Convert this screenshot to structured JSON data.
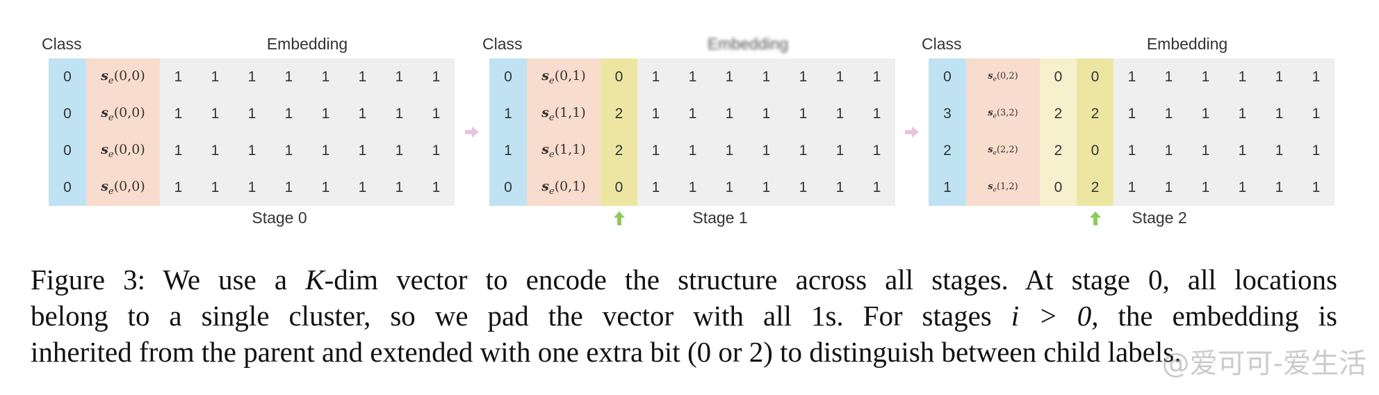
{
  "figure": {
    "panels": [
      {
        "class_header": "Class",
        "embedding_header": "Embedding",
        "header_blurred": false,
        "stage_label": "Stage 0",
        "show_arrow": false,
        "arrow_col": null,
        "col_colors": [
          "blue",
          "pink",
          "emb",
          "emb",
          "emb",
          "emb",
          "emb",
          "emb",
          "emb",
          "emb"
        ],
        "small_se": false,
        "rows": [
          {
            "class": "0",
            "se": "0,0",
            "bits": [
              "1",
              "1",
              "1",
              "1",
              "1",
              "1",
              "1",
              "1"
            ]
          },
          {
            "class": "0",
            "se": "0,0",
            "bits": [
              "1",
              "1",
              "1",
              "1",
              "1",
              "1",
              "1",
              "1"
            ]
          },
          {
            "class": "0",
            "se": "0,0",
            "bits": [
              "1",
              "1",
              "1",
              "1",
              "1",
              "1",
              "1",
              "1"
            ]
          },
          {
            "class": "0",
            "se": "0,0",
            "bits": [
              "1",
              "1",
              "1",
              "1",
              "1",
              "1",
              "1",
              "1"
            ]
          }
        ]
      },
      {
        "class_header": "Class",
        "embedding_header": "Embedding",
        "header_blurred": true,
        "stage_label": "Stage 1",
        "show_arrow": true,
        "arrow_col": 2,
        "col_colors": [
          "blue",
          "pink",
          "yellow",
          "emb",
          "emb",
          "emb",
          "emb",
          "emb",
          "emb",
          "emb"
        ],
        "small_se": false,
        "rows": [
          {
            "class": "0",
            "se": "0,1",
            "bits": [
              "0",
              "1",
              "1",
              "1",
              "1",
              "1",
              "1",
              "1"
            ]
          },
          {
            "class": "1",
            "se": "1,1",
            "bits": [
              "2",
              "1",
              "1",
              "1",
              "1",
              "1",
              "1",
              "1"
            ]
          },
          {
            "class": "1",
            "se": "1,1",
            "bits": [
              "2",
              "1",
              "1",
              "1",
              "1",
              "1",
              "1",
              "1"
            ]
          },
          {
            "class": "0",
            "se": "0,1",
            "bits": [
              "0",
              "1",
              "1",
              "1",
              "1",
              "1",
              "1",
              "1"
            ]
          }
        ]
      },
      {
        "class_header": "Class",
        "embedding_header": "Embedding",
        "header_blurred": false,
        "stage_label": "Stage 2",
        "show_arrow": true,
        "arrow_col": 3,
        "col_colors": [
          "blue",
          "pink",
          "lyellow",
          "yellow",
          "emb",
          "emb",
          "emb",
          "emb",
          "emb",
          "emb"
        ],
        "small_se": true,
        "rows": [
          {
            "class": "0",
            "se": "0,2",
            "bits": [
              "0",
              "0",
              "1",
              "1",
              "1",
              "1",
              "1",
              "1"
            ]
          },
          {
            "class": "3",
            "se": "3,2",
            "bits": [
              "2",
              "2",
              "1",
              "1",
              "1",
              "1",
              "1",
              "1"
            ]
          },
          {
            "class": "2",
            "se": "2,2",
            "bits": [
              "2",
              "0",
              "1",
              "1",
              "1",
              "1",
              "1",
              "1"
            ]
          },
          {
            "class": "1",
            "se": "1,2",
            "bits": [
              "0",
              "2",
              "1",
              "1",
              "1",
              "1",
              "1",
              "1"
            ]
          }
        ]
      }
    ],
    "colors": {
      "blue": "#bfe3f3",
      "pink": "#f8dccd",
      "yellow": "#ede6a3",
      "lyellow": "#f6f0cc",
      "emb": "#efefef",
      "stage_arrow": "#e8c4de",
      "up_arrow": "#8fc95a"
    }
  },
  "caption": {
    "label": "Figure 3:",
    "lines": [
      [
        "We use a ",
        {
          "math": "K"
        },
        "-dim vector to encode the structure across all stages. At stage 0, all locations"
      ],
      [
        "belong to a single cluster, so we pad the vector with all 1s.  For stages ",
        {
          "math": "i > 0"
        },
        ", the embedding is"
      ],
      [
        "inherited from the parent and extended with one extra bit (0 or 2) to distinguish between child labels."
      ]
    ]
  },
  "watermark": "@爱可可-爱生活"
}
